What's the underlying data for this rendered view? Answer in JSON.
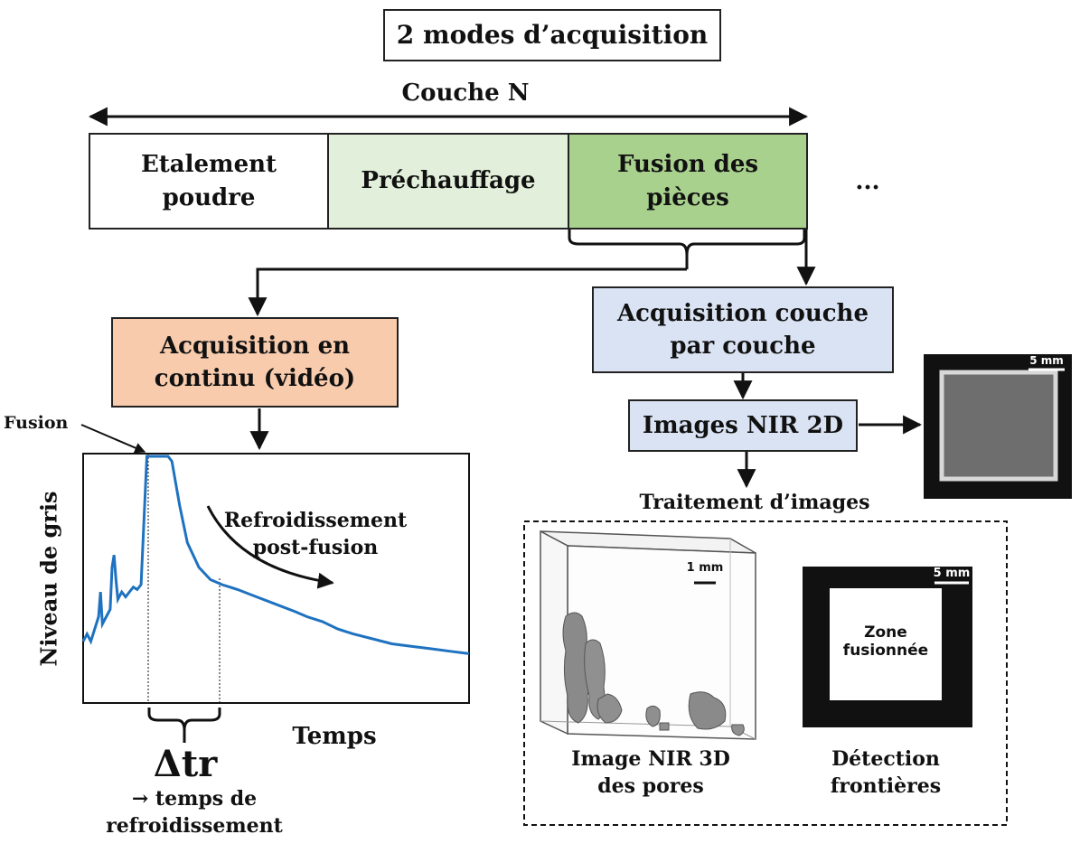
{
  "title": "2 modes d’acquisition",
  "layer_label": "Couche N",
  "phases": [
    {
      "label": "Etalement\npoudre",
      "color": "#ffffff"
    },
    {
      "label": "Préchauffage",
      "color": "#e2efda"
    },
    {
      "label": "Fusion des\npièces",
      "color": "#a9d18e"
    }
  ],
  "ellipsis": "...",
  "continuous": {
    "label": "Acquisition en\ncontinu (vidéo)",
    "color": "#f8cbad"
  },
  "layerwise": {
    "label": "Acquisition couche\npar couche",
    "color": "#dae3f3"
  },
  "images2d": {
    "label": "Images NIR 2D",
    "color": "#dae3f3"
  },
  "processing_label": "Traitement d’images",
  "chart": {
    "fusion_label": "Fusion",
    "ylabel": "Niveau de gris",
    "xlabel": "Temps",
    "annotation": "Refroidissement\npost-fusion",
    "delta_label": "Δtr",
    "delta_desc": "→ temps de\nrefroidissement",
    "line_color": "#1f72c0"
  },
  "chart_data": {
    "type": "line",
    "xlabel": "Temps",
    "ylabel": "Niveau de gris",
    "series": [
      {
        "values": [
          [
            0,
            0.25
          ],
          [
            0.01,
            0.28
          ],
          [
            0.02,
            0.25
          ],
          [
            0.03,
            0.3
          ],
          [
            0.04,
            0.35
          ],
          [
            0.045,
            0.45
          ],
          [
            0.05,
            0.32
          ],
          [
            0.06,
            0.35
          ],
          [
            0.07,
            0.38
          ],
          [
            0.075,
            0.55
          ],
          [
            0.08,
            0.6
          ],
          [
            0.085,
            0.5
          ],
          [
            0.09,
            0.42
          ],
          [
            0.1,
            0.45
          ],
          [
            0.11,
            0.43
          ],
          [
            0.12,
            0.45
          ],
          [
            0.13,
            0.47
          ],
          [
            0.14,
            0.46
          ],
          [
            0.15,
            0.48
          ],
          [
            0.165,
            1.0
          ],
          [
            0.22,
            1.0
          ],
          [
            0.23,
            0.98
          ],
          [
            0.25,
            0.8
          ],
          [
            0.27,
            0.65
          ],
          [
            0.3,
            0.55
          ],
          [
            0.33,
            0.5
          ],
          [
            0.36,
            0.48
          ],
          [
            0.4,
            0.46
          ],
          [
            0.45,
            0.43
          ],
          [
            0.5,
            0.4
          ],
          [
            0.55,
            0.37
          ],
          [
            0.58,
            0.35
          ],
          [
            0.62,
            0.33
          ],
          [
            0.66,
            0.3
          ],
          [
            0.7,
            0.28
          ],
          [
            0.75,
            0.26
          ],
          [
            0.8,
            0.24
          ],
          [
            0.85,
            0.23
          ],
          [
            0.9,
            0.22
          ],
          [
            0.95,
            0.21
          ],
          [
            1.0,
            0.2
          ]
        ]
      }
    ],
    "delta_window": [
      0.165,
      0.355
    ],
    "grid": false
  },
  "images": {
    "nir2d_scale": "5 mm",
    "pores3d_scale": "1 mm",
    "pores3d_caption": "Image NIR 3D\ndes pores",
    "boundary_scale": "5 mm",
    "boundary_zone": "Zone\nfusionnée",
    "boundary_caption": "Détection\nfrontières"
  }
}
